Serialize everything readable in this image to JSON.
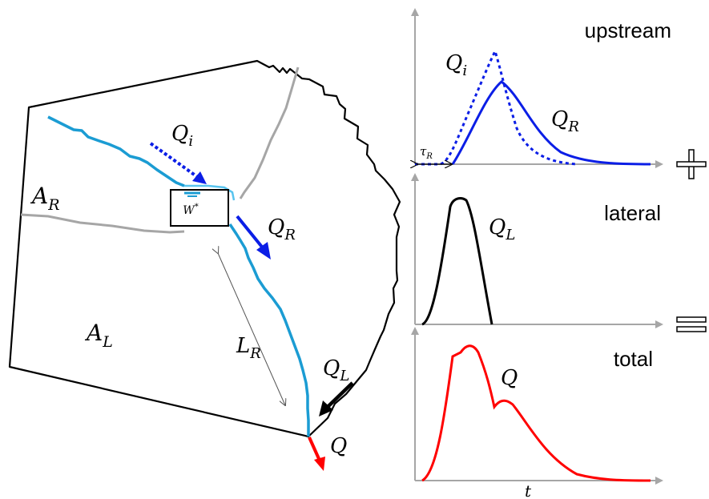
{
  "colors": {
    "outline": "#000000",
    "ridge": "#a6a6a6",
    "river": "#1b9cd3",
    "river_light": "#58c4ee",
    "upstream": "#0b1ee6",
    "total": "#ff0000",
    "axis": "#a6a6a6"
  },
  "map": {
    "area_upstream_label": "A_R",
    "area_upstream_sub": "R",
    "area_upstream_main": "A",
    "area_lateral_main": "A",
    "area_lateral_sub": "L",
    "reservoir_label": "W*",
    "reservoir_main": "W",
    "reservoir_sup": "*",
    "inflow_main": "Q",
    "inflow_sub": "i",
    "release_main": "Q",
    "release_sub": "R",
    "reach_length_main": "L",
    "reach_length_sub": "R",
    "lateral_main": "Q",
    "lateral_sub": "L",
    "outlet_label": "Q"
  },
  "panels": {
    "upstream_title": "upstream",
    "lateral_title": "lateral",
    "total_title": "total",
    "inflow_main": "Q",
    "inflow_sub": "i",
    "release_main": "Q",
    "release_sub": "R",
    "lag_main": "τ",
    "lag_sub": "R",
    "lateral_main": "Q",
    "lateral_sub": "L",
    "total_label": "Q",
    "time_axis": "t",
    "plus_symbol": "+",
    "equals_symbol": "="
  },
  "icons": {
    "plus": "plus-icon",
    "equals": "equals-icon",
    "dam": "dam-icon"
  }
}
